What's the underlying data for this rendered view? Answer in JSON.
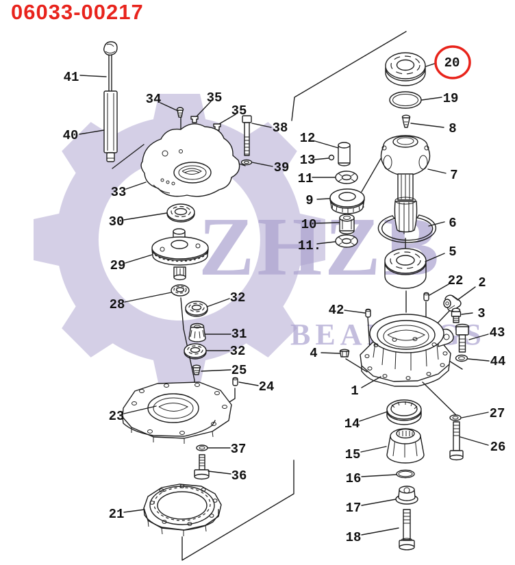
{
  "title": "06033-00217",
  "watermark": {
    "logo_text": "ZHZB",
    "sub_text": "BEARINGS",
    "color": "#b2a9d2"
  },
  "highlight_circle": {
    "part": "20",
    "color": "#e8231a"
  },
  "callouts": {
    "n1": "1",
    "n2": "2",
    "n3": "3",
    "n4": "4",
    "n5": "5",
    "n6": "6",
    "n7": "7",
    "n8": "8",
    "n9": "9",
    "n10": "10",
    "n11a": "11",
    "n11b": "11.",
    "n12": "12",
    "n13": "13",
    "n14": "14",
    "n15": "15",
    "n16": "16",
    "n17": "17",
    "n18": "18",
    "n19": "19",
    "n20": "20",
    "n21": "21",
    "n22": "22",
    "n23": "23",
    "n24": "24",
    "n25": "25",
    "n26": "26",
    "n27": "27",
    "n28": "28",
    "n29": "29",
    "n30": "30",
    "n31": "31",
    "n32a": "32",
    "n32b": "32",
    "n33": "33",
    "n34": "34",
    "n35a": "35",
    "n35b": "35",
    "n36": "36",
    "n37": "37",
    "n38": "38",
    "n39": "39",
    "n40": "40",
    "n41": "41",
    "n42": "42",
    "n43": "43",
    "n44": "44"
  }
}
